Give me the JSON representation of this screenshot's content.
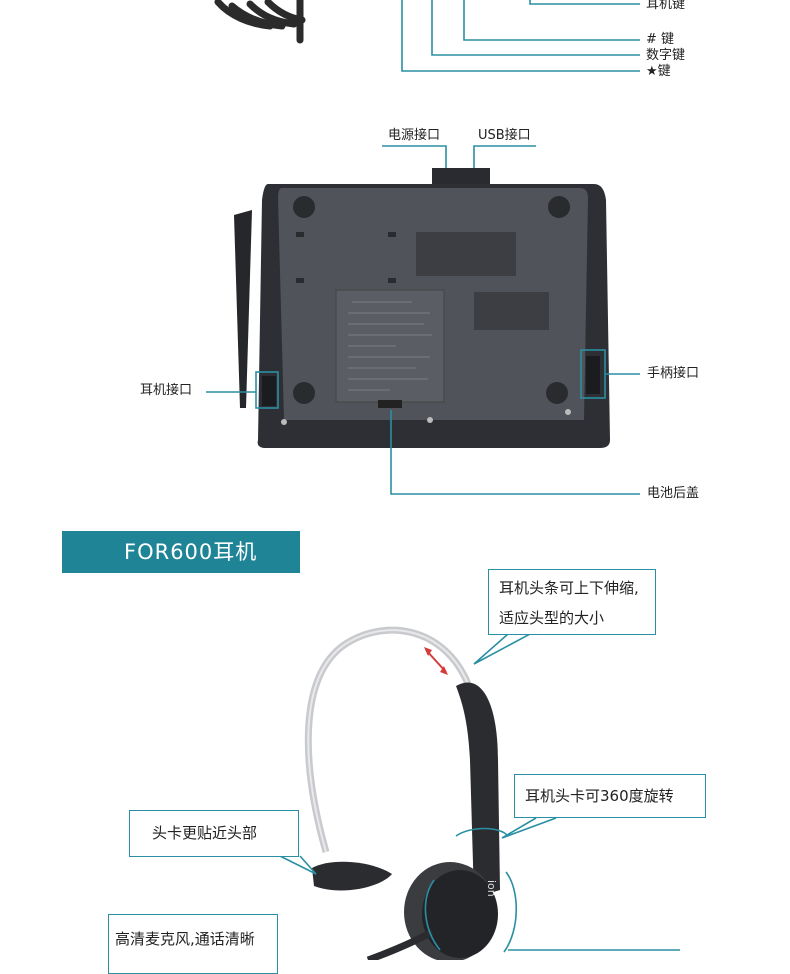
{
  "top_labels": {
    "headset_key": "耳机键",
    "hash_key": "# 键",
    "number_key": "数字键",
    "star_key": "★键"
  },
  "phone_back": {
    "power_port": "电源接口",
    "usb_port": "USB接口",
    "headset_port": "耳机接口",
    "handset_port": "手柄接口",
    "battery_cover": "电池后盖"
  },
  "section": {
    "title": "FOR600耳机"
  },
  "headset_callouts": {
    "headband": "耳机头条可上下伸缩,适应头型的大小",
    "rotate": "耳机头卡可360度旋转",
    "fit": "头卡更贴近头部",
    "mic": "高清麦克风,通话清晰"
  },
  "colors": {
    "accent": "#1f8496",
    "line": "#2a8fa3",
    "device": "#2a2c31"
  }
}
